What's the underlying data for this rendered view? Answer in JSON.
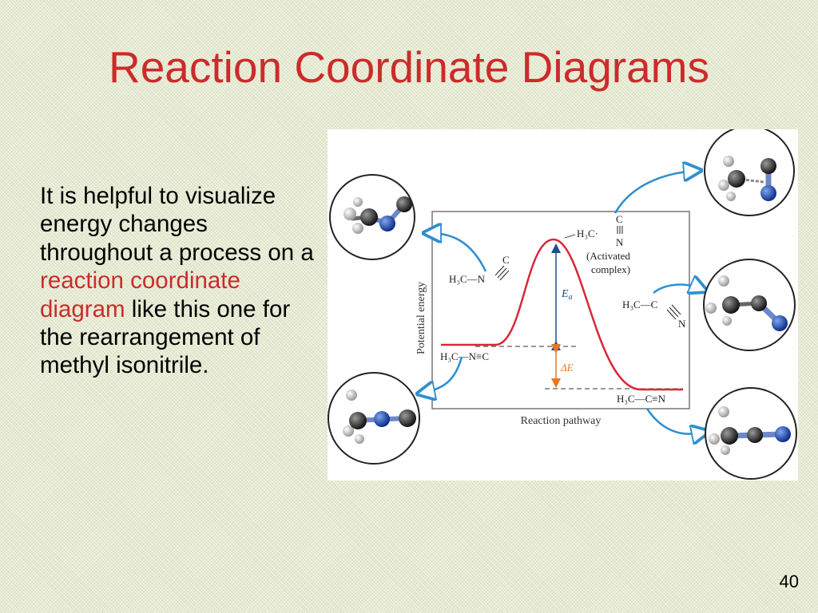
{
  "slide": {
    "title": "Reaction Coordinate Diagrams",
    "text_part1": "It is helpful to visualize energy changes throughout a process on a",
    "text_highlight": "reaction coordinate diagram",
    "text_part2": "like this one for the rearrangement of methyl isonitrile.",
    "page_number": "40"
  },
  "diagram": {
    "y_axis_label": "Potential energy",
    "x_axis_label": "Reaction pathway",
    "reactant": {
      "left": "H₃C—N",
      "bond": "≡",
      "right": "C"
    },
    "reactant_bent": {
      "left": "H₃C—N",
      "top": "C"
    },
    "activated_complex": {
      "left": "H₃C·",
      "top": "C",
      "bottom": "N",
      "label1": "(Activated",
      "label2": "complex)"
    },
    "product_bent": {
      "left": "H₃C—C",
      "bottom": "N"
    },
    "product": {
      "left": "H₃C—C",
      "bond": "≡",
      "right": "N"
    },
    "ea_label": "E",
    "ea_sub": "a",
    "delta_e_label": "ΔE",
    "colors": {
      "curve": "#d7283a",
      "ea_arrow": "#1f4e8c",
      "delta_arrow": "#e87722",
      "callout_arrow": "#2e8fd0",
      "nitrogen": "#1f4fb5",
      "carbon": "#2b2b2b"
    }
  }
}
